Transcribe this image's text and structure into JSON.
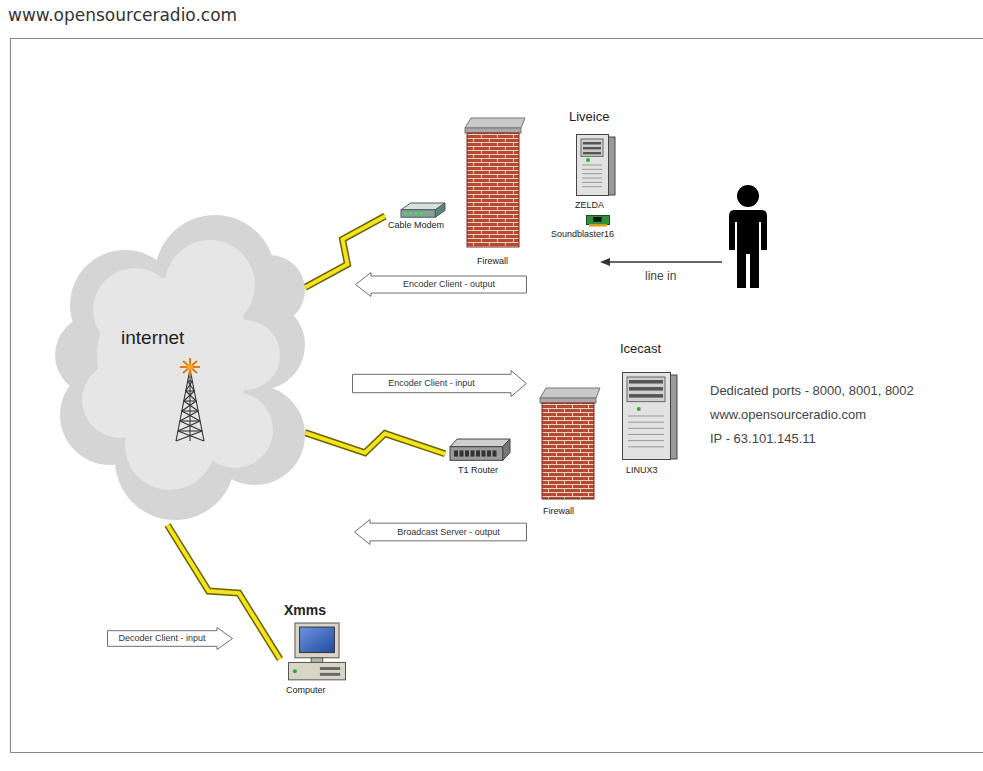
{
  "diagram": {
    "title": "www.opensourceradio.com",
    "nodes": [
      {
        "text": [
          "Cable Modem"
        ]
      },
      {
        "text": [
          "Firewall"
        ]
      },
      {
        "text": [
          "Liveice",
          "ZELDA"
        ]
      },
      {
        "text": [
          "Soundblaster16"
        ]
      },
      {
        "text": [
          "internet"
        ]
      },
      {
        "text": [
          "Encoder Client - output"
        ]
      },
      {
        "text": [
          "Encoder Client - input"
        ]
      },
      {
        "text": [
          "Icecast",
          "LINUX3"
        ]
      },
      {
        "text": [
          "T1 Router"
        ]
      },
      {
        "text": [
          "Firewall"
        ]
      },
      {
        "text": [
          "Broadcast Server - output"
        ]
      },
      {
        "text": [
          "Xmms",
          "Computer"
        ]
      },
      {
        "text": [
          "Decoder Client - input"
        ]
      }
    ],
    "edges": [
      {
        "from": 4,
        "to": 0,
        "arrow": "none"
      },
      {
        "from": 4,
        "to": 8,
        "arrow": "none"
      },
      {
        "from": 4,
        "to": 11,
        "arrow": "none"
      }
    ],
    "labels": [
      "line in",
      "Dedicated ports - 8000, 8001, 8002",
      "www.opensourceradio.com",
      "IP - 63.101.145.11"
    ]
  }
}
